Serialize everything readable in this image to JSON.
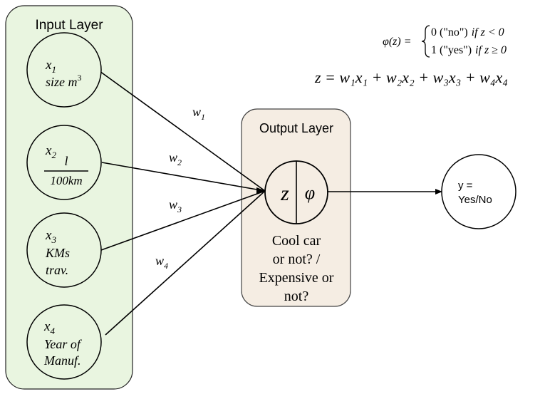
{
  "input_layer": {
    "title": "Input Layer",
    "inputs": [
      {
        "var": "x",
        "sub": "1",
        "lines": [
          "size m",
          "3"
        ]
      },
      {
        "var": "x",
        "sub": "2",
        "numerator": "l",
        "denominator": "100km"
      },
      {
        "var": "x",
        "sub": "3",
        "lines": [
          "KMs",
          "trav."
        ]
      },
      {
        "var": "x",
        "sub": "4",
        "lines": [
          "Year of",
          "Manuf."
        ]
      }
    ]
  },
  "weights": [
    {
      "var": "w",
      "sub": "1"
    },
    {
      "var": "w",
      "sub": "2"
    },
    {
      "var": "w",
      "sub": "3"
    },
    {
      "var": "w",
      "sub": "4"
    }
  ],
  "output_layer": {
    "title": "Output Layer",
    "neuron_left": "z",
    "neuron_right": "φ",
    "caption": [
      "Cool car",
      "or not? /",
      "Expensive or",
      "not?"
    ]
  },
  "result": {
    "line1": "y  =",
    "line2": "Yes/No"
  },
  "activation": {
    "lhs": "φ(z)  =",
    "case1_value": "0 (\"no\")",
    "case1_cond": "if z < 0",
    "case2_value": "1 (\"yes\")",
    "case2_cond": "if z ≥ 0"
  },
  "sum_formula": "z = w₁x₁ + w₂x₂ + w₃x₃ + w₄x₄",
  "colors": {
    "input_panel_fill": "#e9f5e0",
    "output_panel_fill": "#f5ede3",
    "stroke": "#000000"
  }
}
